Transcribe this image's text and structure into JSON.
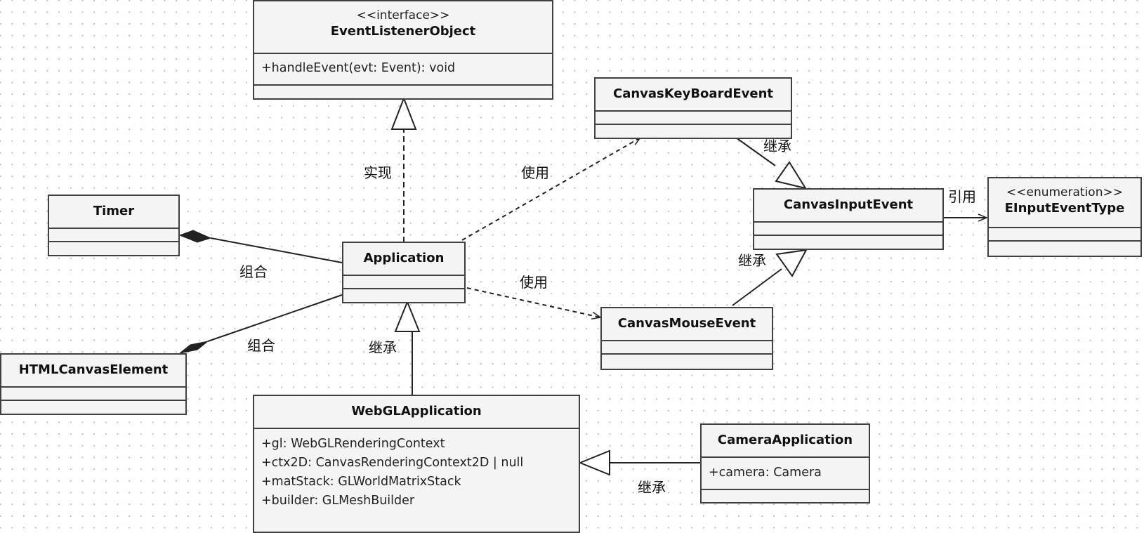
{
  "diagram": {
    "type": "UML class diagram",
    "classes": {
      "eventListenerObject": {
        "stereotype": "<<interface>>",
        "name": "EventListenerObject",
        "operations": [
          "+handleEvent(evt: Event): void"
        ]
      },
      "canvasKeyBoardEvent": {
        "name": "CanvasKeyBoardEvent"
      },
      "canvasInputEvent": {
        "name": "CanvasInputEvent"
      },
      "eInputEventType": {
        "stereotype": "<<enumeration>>",
        "name": "EInputEventType"
      },
      "timer": {
        "name": "Timer"
      },
      "application": {
        "name": "Application"
      },
      "canvasMouseEvent": {
        "name": "CanvasMouseEvent"
      },
      "htmlCanvasElement": {
        "name": "HTMLCanvasElement"
      },
      "webGLApplication": {
        "name": "WebGLApplication",
        "attributes": [
          "+gl: WebGLRenderingContext",
          "+ctx2D: CanvasRenderingContext2D | null",
          "+matStack: GLWorldMatrixStack",
          "+builder: GLMeshBuilder"
        ]
      },
      "cameraApplication": {
        "name": "CameraApplication",
        "attributes": [
          "+camera: Camera"
        ]
      }
    },
    "relations": [
      {
        "from": "Application",
        "to": "EventListenerObject",
        "kind": "realization",
        "label": "实现"
      },
      {
        "from": "Application",
        "to": "CanvasKeyBoardEvent",
        "kind": "dependency",
        "label": "使用"
      },
      {
        "from": "Application",
        "to": "CanvasMouseEvent",
        "kind": "dependency",
        "label": "使用"
      },
      {
        "from": "Application",
        "to": "Timer",
        "kind": "composition",
        "label": "组合"
      },
      {
        "from": "Application",
        "to": "HTMLCanvasElement",
        "kind": "composition",
        "label": "组合"
      },
      {
        "from": "CanvasKeyBoardEvent",
        "to": "CanvasInputEvent",
        "kind": "generalization",
        "label": "继承"
      },
      {
        "from": "CanvasMouseEvent",
        "to": "CanvasInputEvent",
        "kind": "generalization",
        "label": "继承"
      },
      {
        "from": "CanvasInputEvent",
        "to": "EInputEventType",
        "kind": "association",
        "label": "引用"
      },
      {
        "from": "WebGLApplication",
        "to": "Application",
        "kind": "generalization",
        "label": "继承"
      },
      {
        "from": "CameraApplication",
        "to": "WebGLApplication",
        "kind": "generalization",
        "label": "继承"
      }
    ]
  },
  "labels": {
    "realize": "实现",
    "use_keyboard": "使用",
    "use_mouse": "使用",
    "compose_timer": "组合",
    "compose_canvas": "组合",
    "inherit_keyboard": "继承",
    "inherit_mouse": "继承",
    "ref_enum": "引用",
    "inherit_webgl": "继承",
    "inherit_camera": "继承"
  }
}
